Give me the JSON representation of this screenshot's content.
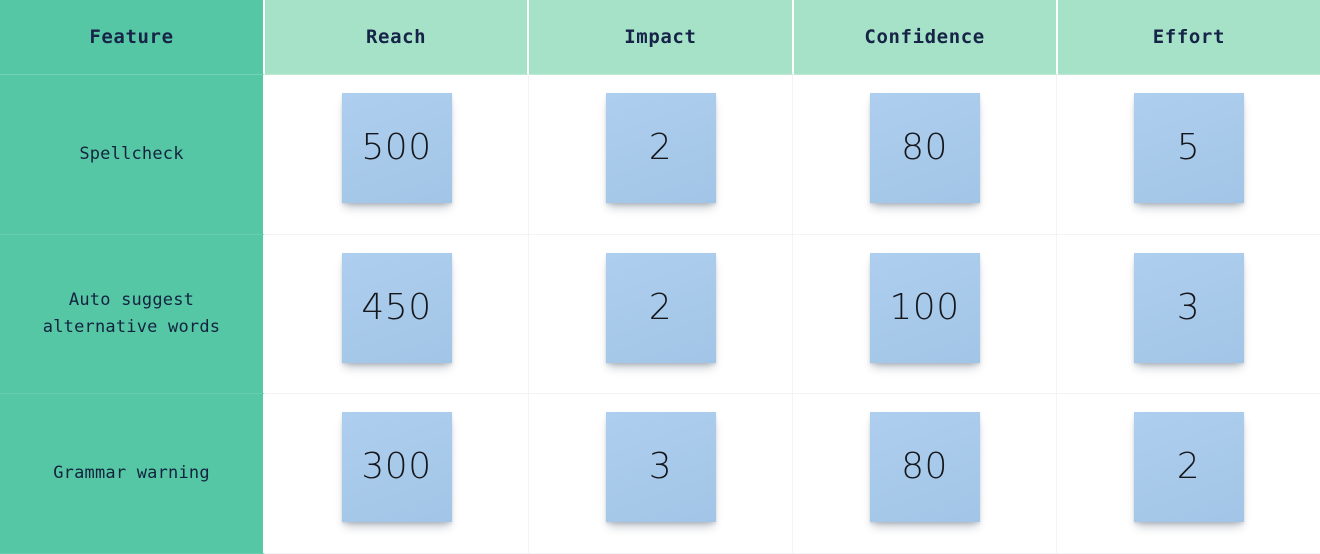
{
  "table": {
    "columns": [
      {
        "key": "feature",
        "label": "Feature"
      },
      {
        "key": "reach",
        "label": "Reach"
      },
      {
        "key": "impact",
        "label": "Impact"
      },
      {
        "key": "confidence",
        "label": "Confidence"
      },
      {
        "key": "effort",
        "label": "Effort"
      }
    ],
    "rows": [
      {
        "feature": "Spellcheck",
        "reach": "500",
        "impact": "2",
        "confidence": "80",
        "effort": "5"
      },
      {
        "feature": "Auto suggest\nalternative words",
        "reach": "450",
        "impact": "2",
        "confidence": "100",
        "effort": "3"
      },
      {
        "feature": "Grammar warning",
        "reach": "300",
        "impact": "3",
        "confidence": "80",
        "effort": "2"
      }
    ]
  },
  "colors": {
    "header_metric_bg": "#a5e2c8",
    "header_feature_bg": "#55c7a4",
    "feature_cell_bg": "#55c7a4",
    "note_bg": "#a9cbeb",
    "header_text": "#162447",
    "feature_text": "#13233f",
    "note_text": "#15171c",
    "grid_line": "#f3f3f5"
  }
}
